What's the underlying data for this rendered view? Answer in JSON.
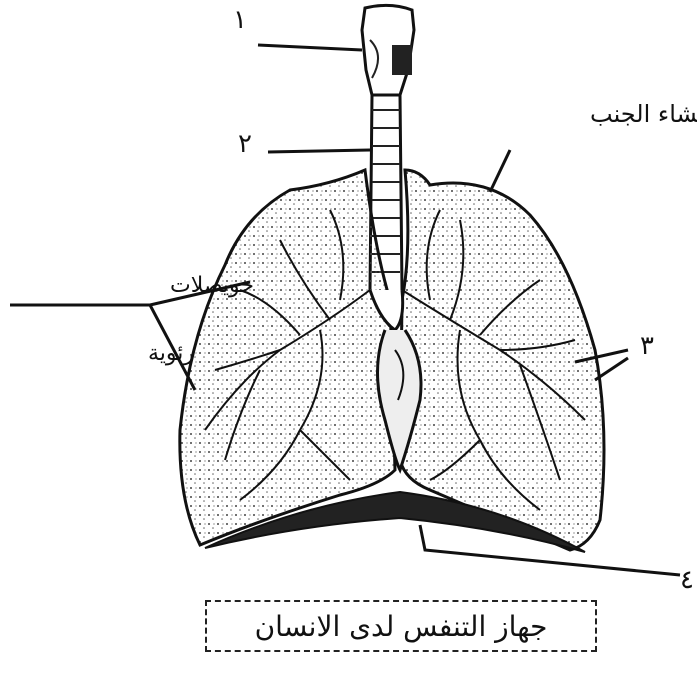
{
  "labels": {
    "label_1": "١",
    "label_2": "٢",
    "label_3": "٣",
    "label_4": "٤",
    "pleura": "غشاء الجنب",
    "alveoli_line1": "حويصلات",
    "alveoli_line2": "رئوية"
  },
  "caption": "جهاز التنفس لدى الانسان"
}
